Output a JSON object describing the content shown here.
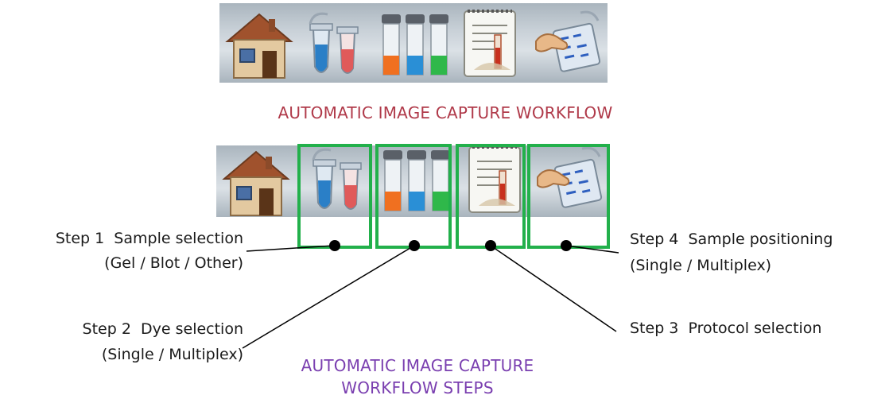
{
  "titles": {
    "workflow": "AUTOMATIC IMAGE CAPTURE WORKFLOW",
    "steps_line1": "AUTOMATIC IMAGE CAPTURE",
    "steps_line2": "WORKFLOW STEPS"
  },
  "toolbar_icons": [
    "home-icon",
    "sample-tubes-icon",
    "dye-tubes-icon",
    "protocol-notepad-icon",
    "gel-positioning-icon"
  ],
  "steps": {
    "step1": {
      "name": "Step 1  Sample selection",
      "detail": "(Gel / Blot / Other)"
    },
    "step2": {
      "name": "Step 2  Dye selection",
      "detail": "(Single / Multiplex)"
    },
    "step3": {
      "name": "Step 3  Protocol selection"
    },
    "step4": {
      "name": "Step 4  Sample positioning",
      "detail": "(Single / Multiplex)"
    }
  },
  "colors": {
    "title_workflow": "#b03a4a",
    "title_steps": "#7a3fb0",
    "highlight_box": "#22b04b",
    "connector": "#000000"
  }
}
